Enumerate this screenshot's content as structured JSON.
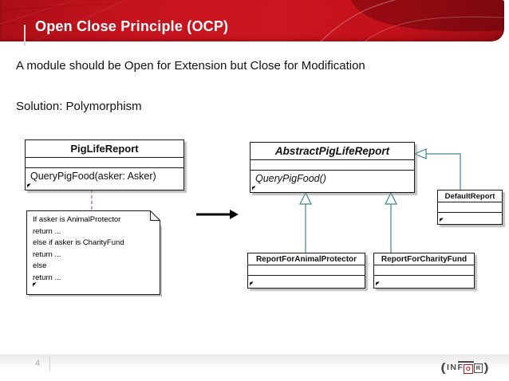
{
  "slide": {
    "header": {
      "title": "Open Close Principle (OCP)"
    },
    "body": {
      "line1": "A module should be Open for Extension but Close for Modification",
      "line2": "Solution: Polymorphism"
    },
    "footer": {
      "page_number": "4"
    }
  },
  "diagram": {
    "before": {
      "pig_life_report": {
        "name": "PigLifeReport",
        "method": "QueryPigFood(asker: Asker)"
      },
      "note_lines": [
        "If asker is AnimalProtector",
        "return ...",
        "else if asker is CharityFund",
        "return ...",
        "else",
        "return ..."
      ]
    },
    "after": {
      "abstract_class": {
        "name": "AbstractPigLifeReport",
        "method": "QueryPigFood()"
      },
      "subclass1": {
        "name": "ReportForAnimalProtector"
      },
      "subclass2": {
        "name": "ReportForCharityFund"
      },
      "default_class": {
        "name": "DefaultReport"
      }
    }
  },
  "logo": {
    "open_paren": "(",
    "in": "IN",
    "f": "F",
    "o": "O",
    "r": "R",
    "close_paren": ")"
  },
  "colors": {
    "banner_red": "#c5131e",
    "banner_red_dark": "#9a0c13",
    "title_text": "#ffffff",
    "box_border": "#1a1a1a",
    "connector_teal": "#3d8888",
    "note_link_purple": "#b245b2",
    "arrow_black": "#000000",
    "logo_red": "#c8141c",
    "footer_text_gray": "#a8a8a8"
  }
}
